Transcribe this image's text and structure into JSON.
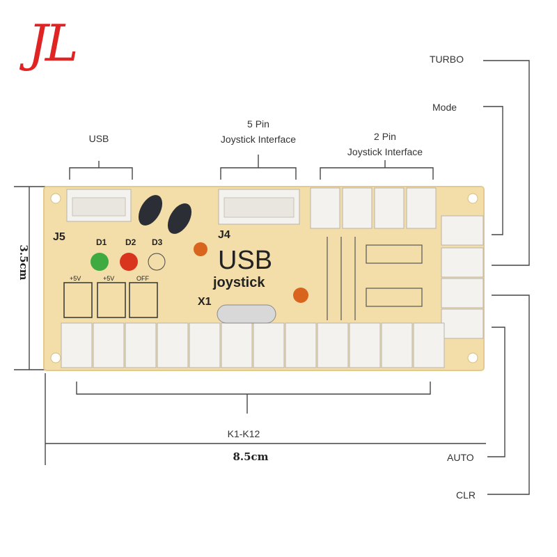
{
  "brand_logo": "JL",
  "labels": {
    "usb": "USB",
    "five_pin_line1": "5 Pin",
    "five_pin_line2": "Joystick Interface",
    "two_pin_line1": "2 Pin",
    "two_pin_line2": "Joystick Interface",
    "turbo": "TURBO",
    "mode": "Mode",
    "auto": "AUTO",
    "clr": "CLR",
    "k1_k12": "K1-K12"
  },
  "dimensions": {
    "height": "3.5cm",
    "width": "8.5cm"
  },
  "board": {
    "title": "USB",
    "subtitle": "joystick",
    "j5": "J5",
    "j4": "J4",
    "x1": "X1",
    "d1": "D1",
    "d2": "D2",
    "d3": "D3",
    "plus5v": "+5V",
    "off": "OFF"
  },
  "colors": {
    "board": "#f3deaa",
    "board_edge": "#e4c98c",
    "connector": "#f4f2ee",
    "led_green": "#3faa3f",
    "led_red": "#d8341e",
    "brand_red": "#e02424"
  }
}
